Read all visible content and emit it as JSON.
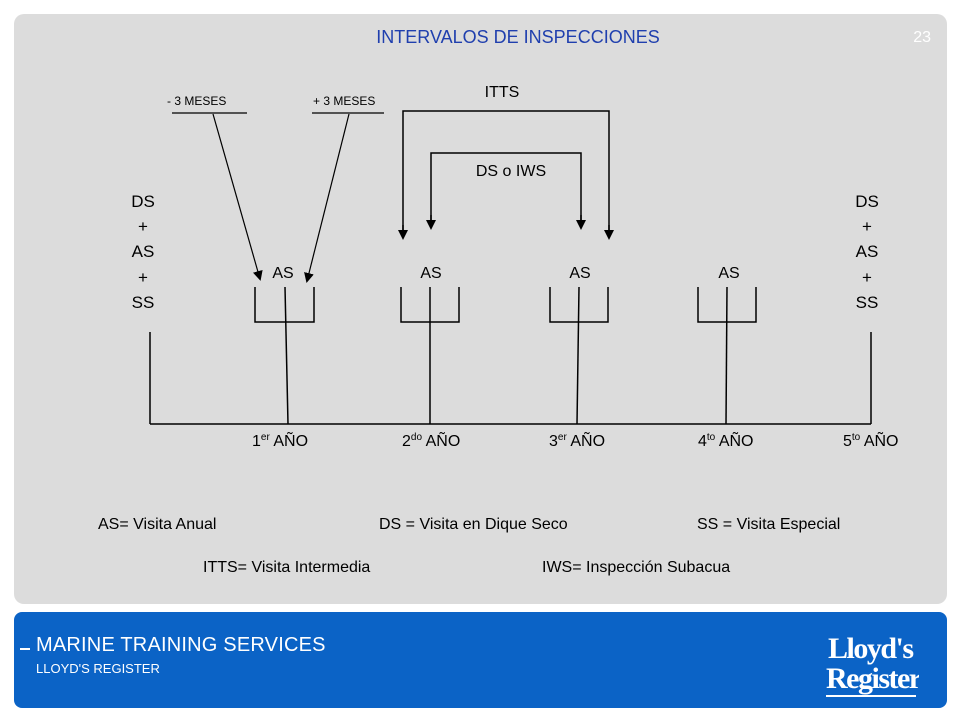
{
  "slide": {
    "title": "INTERVALOS DE INSPECCIONES",
    "page_number": "23"
  },
  "diagram": {
    "window_minus": "- 3 MESES",
    "window_plus": "+ 3 MESES",
    "itts_label": "ITTS",
    "ds_iws_label": "DS o IWS",
    "start_stack": [
      "DS",
      "+",
      "AS",
      "+",
      "SS"
    ],
    "end_stack": [
      "DS",
      "+",
      "AS",
      "+",
      "SS"
    ],
    "as_labels": [
      "AS",
      "AS",
      "AS",
      "AS"
    ],
    "years": [
      {
        "num": "1",
        "sup": "er",
        "word": " AÑO"
      },
      {
        "num": "2",
        "sup": "do",
        "word": " AÑO"
      },
      {
        "num": "3",
        "sup": "er",
        "word": " AÑO"
      },
      {
        "num": "4",
        "sup": "to",
        "word": " AÑO"
      },
      {
        "num": "5",
        "sup": "to",
        "word": " AÑO"
      }
    ]
  },
  "legend": {
    "as_def": "AS= Visita Anual",
    "ds_def": "DS = Visita en Dique Seco",
    "ss_def": "SS = Visita Especial",
    "itts_def": "ITTS= Visita Intermedia",
    "iws_def": "IWS= Inspección Subacua"
  },
  "footer": {
    "title": "MARINE TRAINING SERVICES",
    "subtitle": "LLOYD'S REGISTER",
    "logo_line1": "Lloyd's",
    "logo_line2": "Register"
  },
  "colors": {
    "title": "#1f3fae",
    "footer_bg": "#0b63c6",
    "panel_bg": "#dcdcdc"
  }
}
